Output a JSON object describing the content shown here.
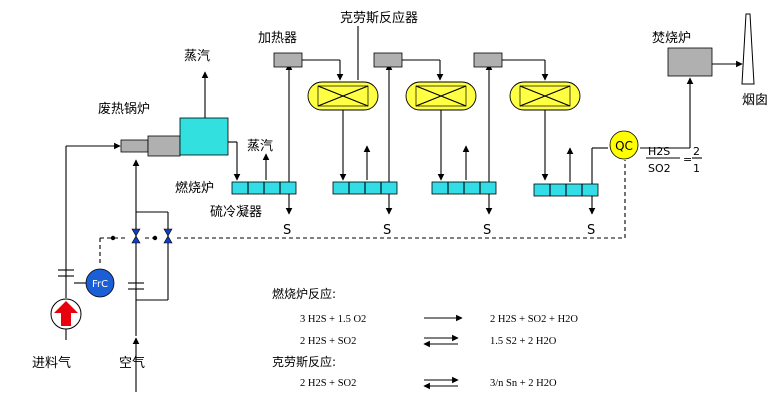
{
  "labels": {
    "steam_top": "蒸汽",
    "waste_heat_boiler": "废热锅炉",
    "steam_mid": "蒸汽",
    "furnace": "燃烧炉",
    "heater": "加热器",
    "claus_reactor": "克劳斯反应器",
    "incinerator": "焚烧炉",
    "chimney": "烟囱",
    "sulfur_condenser": "硫冷凝器",
    "feed_gas": "进料气",
    "air": "空气",
    "flow_controller": "FrC",
    "quality_controller": "QC",
    "sulfur": "S"
  },
  "ratio": {
    "numerator": "H2S",
    "denominator": "SO2",
    "num_value": "2",
    "den_value": "1",
    "equals": "="
  },
  "equations": {
    "furnace_title": "燃烧炉反应:",
    "furnace_eq1_left": "3 H2S  +  1.5 O2",
    "furnace_eq1_right": "2 H2S + SO2 + H2O",
    "furnace_eq2_left": "2 H2S  + SO2",
    "furnace_eq2_right": "1.5 S2 + 2 H2O",
    "claus_title": "克劳斯反应:",
    "claus_eq_left": "2 H2S   + SO2",
    "claus_eq_right": "3/n Sn + 2 H2O"
  },
  "colors": {
    "boiler": "#33e0e0",
    "condenser": "#33dde8",
    "reactor": "#ffff44",
    "heater": "#b0b0b0",
    "feed_arrow": "#e8000c",
    "flow_controller": "#1a5fd6",
    "quality_controller": "#ffff00",
    "valve": "#1040c0"
  }
}
